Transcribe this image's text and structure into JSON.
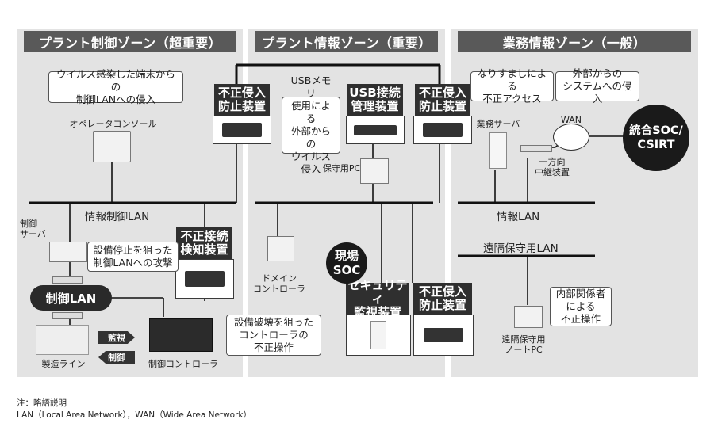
{
  "zones": [
    {
      "title": "プラント制御ゾーン（超重要）"
    },
    {
      "title": "プラント情報ゾーン（重要）"
    },
    {
      "title": "業務情報ゾーン（一般）"
    }
  ],
  "devices": {
    "ips_1": "不正侵入\n防止装置",
    "usb": "USB接続\n管理装置",
    "ips_2": "不正侵入\n防止装置",
    "ids": "不正接続\n検知装置",
    "security_monitor": "セキュリティ\n監視装置",
    "ips_3": "不正侵入\n防止装置"
  },
  "bubbles": {
    "virus_terminal": "ウイルス感染した端末からの\n制御LANへの侵入",
    "usb_memory": "USBメモリ\n使用による\n外部からの\nウイルス侵入",
    "impersonation": "なりすましによる\n不正アクセス",
    "external_system": "外部からの\nシステムへの侵入",
    "equipment_stop": "設備停止を狙った\n制御LANへの攻撃",
    "equipment_destroy": "設備破壊を狙った\nコントローラの\n不正操作",
    "insider": "内部関係者\nによる\n不正操作"
  },
  "labels": {
    "operator_console": "オペレータコンソール",
    "maintenance_pc": "保守用PC",
    "business_server": "業務サーバ",
    "wan": "WAN",
    "one_way_relay": "一方向\n中継装置",
    "control_server": "制御\nサーバ",
    "domain_controller": "ドメイン\nコントローラ",
    "remote_notebook": "遠隔保守用\nノートPC",
    "production_line": "製造ライン",
    "controller": "制御コントローラ",
    "monitor": "監視",
    "control": "制御"
  },
  "networks": {
    "info_control_lan": "情報制御LAN",
    "info_lan": "情報LAN",
    "remote_lan": "遠隔保守用LAN",
    "control_lan": "制御LAN"
  },
  "circles": {
    "onsite_soc": "現場\nSOC",
    "integrated_soc": "統合SOC/\nCSIRT"
  },
  "footnote": {
    "line1": "注：略語説明",
    "line2": "LAN（Local Area Network），WAN（Wide Area Network）"
  },
  "colors": {
    "zone_bg": "#e3e3e3",
    "zone_header": "#595959",
    "device_title": "#2f2f2f",
    "circle": "#1a1a1a"
  }
}
